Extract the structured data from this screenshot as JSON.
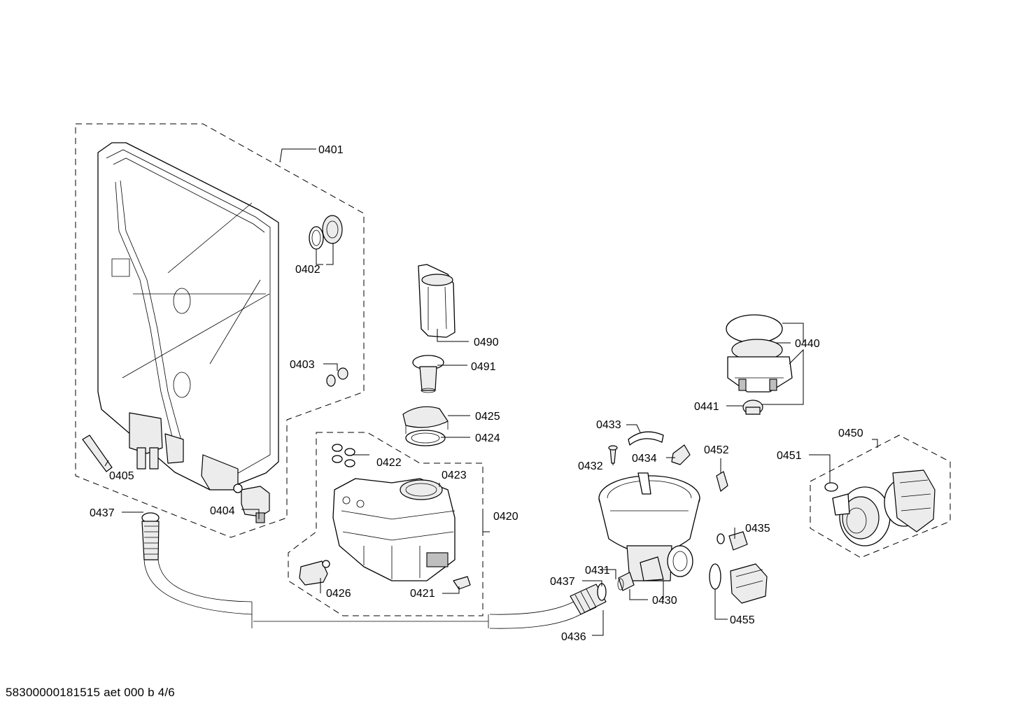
{
  "labels": {
    "p0401": "0401",
    "p0402": "0402",
    "p0403": "0403",
    "p0404": "0404",
    "p0405": "0405",
    "p0437a": "0437",
    "p0437b": "0437",
    "p0490": "0490",
    "p0491": "0491",
    "p0425": "0425",
    "p0424": "0424",
    "p0422": "0422",
    "p0423": "0423",
    "p0420": "0420",
    "p0426": "0426",
    "p0421": "0421",
    "p0433": "0433",
    "p0432": "0432",
    "p0434": "0434",
    "p0452": "0452",
    "p0440": "0440",
    "p0441": "0441",
    "p0450": "0450",
    "p0451": "0451",
    "p0435": "0435",
    "p0431": "0431",
    "p0430": "0430",
    "p0455": "0455",
    "p0436": "0436"
  },
  "footer": "58300000181515 aet 000 b 4/6"
}
